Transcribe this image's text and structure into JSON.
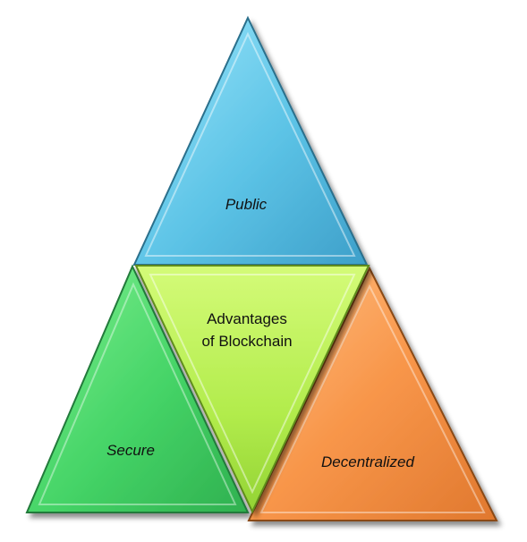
{
  "diagram": {
    "segments": {
      "top": {
        "label": "Public",
        "color": "#6fcdea"
      },
      "left": {
        "label": "Secure",
        "color": "#4fda6e"
      },
      "center": {
        "label_line1": "Advantages",
        "label_line2": "of Blockchain",
        "color": "#b4ee50"
      },
      "right": {
        "label": "Decentralized",
        "color": "#f5994c"
      }
    }
  }
}
